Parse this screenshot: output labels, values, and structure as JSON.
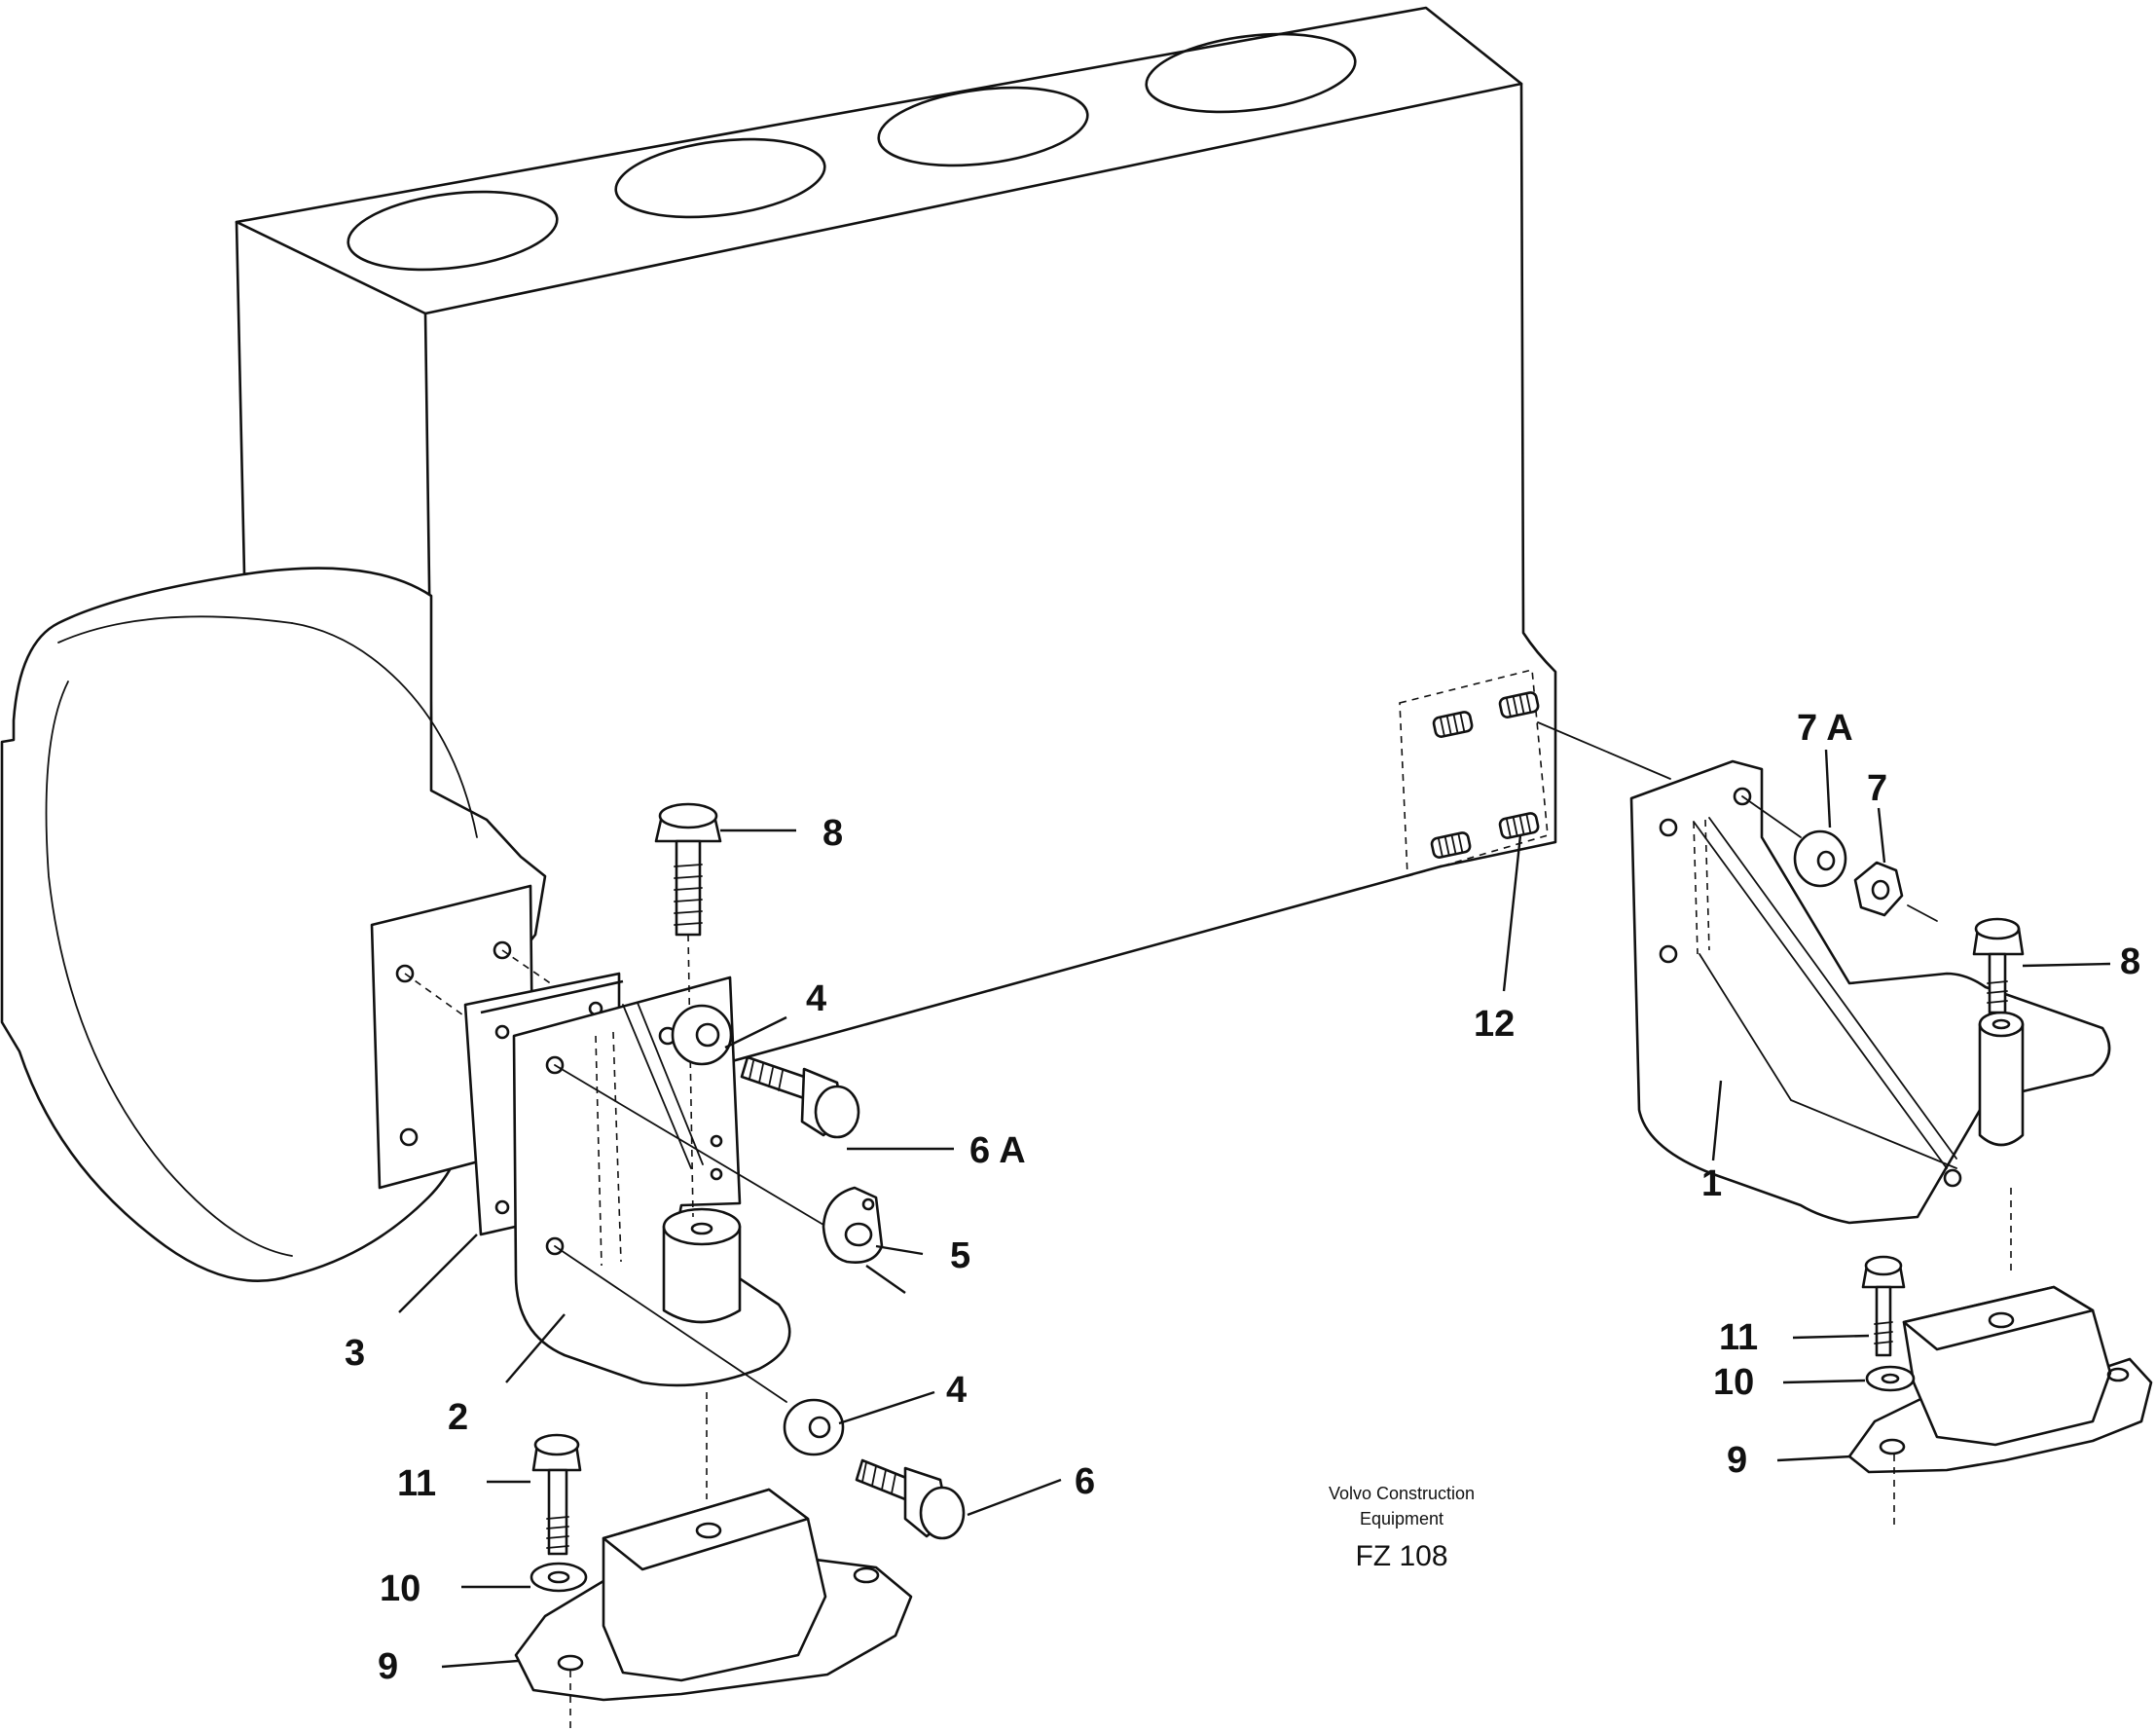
{
  "diagram": {
    "callouts": {
      "c1": "1",
      "c2": "2",
      "c3": "3",
      "c4_upper": "4",
      "c4_lower": "4",
      "c5": "5",
      "c6": "6",
      "c6a": "6 A",
      "c7": "7",
      "c7a": "7 A",
      "c8_left": "8",
      "c8_right": "8",
      "c9_left": "9",
      "c9_right": "9",
      "c10_left": "10",
      "c10_right": "10",
      "c11_left": "11",
      "c11_right": "11",
      "c12": "12"
    },
    "publisher_line1": "Volvo Construction",
    "publisher_line2": "Equipment",
    "figure_code": "FZ 108"
  }
}
